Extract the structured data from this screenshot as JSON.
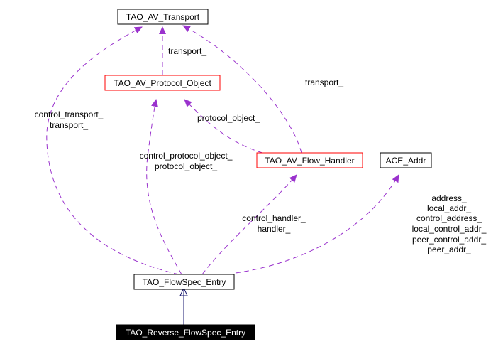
{
  "colors": {
    "usage_edge": "#9a32cd",
    "inherit_edge": "#191970",
    "plain_border": "#000000",
    "red_border": "#ff0000",
    "highlight_fill": "#000000",
    "highlight_text": "#ffffff"
  },
  "nodes": {
    "transport": "TAO_AV_Transport",
    "protocol_object": "TAO_AV_Protocol_Object",
    "flow_handler": "TAO_AV_Flow_Handler",
    "ace_addr": "ACE_Addr",
    "flowspec_entry": "TAO_FlowSpec_Entry",
    "reverse_flowspec_entry": "TAO_Reverse_FlowSpec_Entry"
  },
  "edge_labels": {
    "transport_to_protocol": [
      "transport_"
    ],
    "transport_to_handler": [
      "transport_"
    ],
    "transport_to_entry": [
      "control_transport_",
      "transport_"
    ],
    "protocol_to_handler": [
      "protocol_object_"
    ],
    "protocol_to_entry": [
      "control_protocol_object_",
      "protocol_object_"
    ],
    "handler_to_entry": [
      "control_handler_",
      "handler_"
    ],
    "addr_to_entry": [
      "address_",
      "local_addr_",
      "control_address_",
      "local_control_addr_",
      "peer_control_addr_",
      "peer_addr_"
    ]
  }
}
